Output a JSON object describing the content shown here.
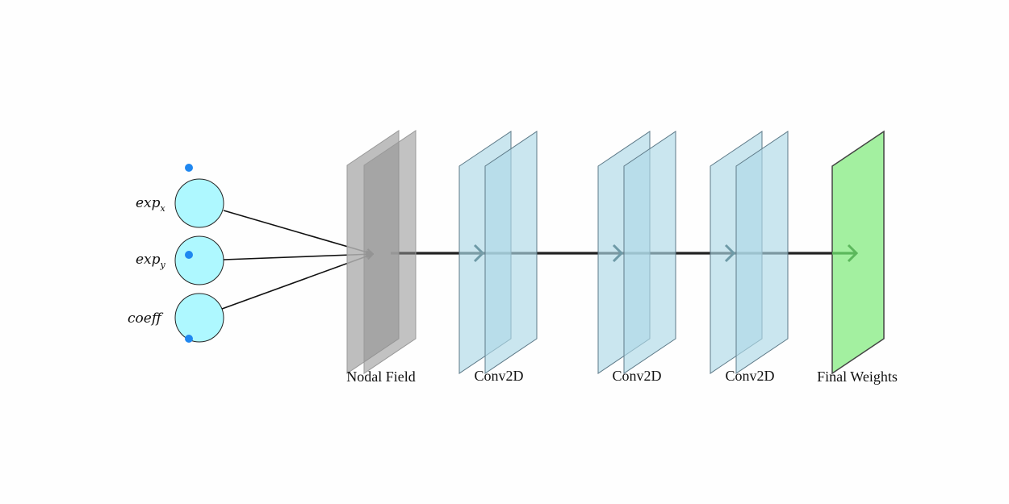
{
  "inputs": [
    {
      "base": "exp",
      "sub": "x",
      "marker": "top"
    },
    {
      "base": "exp",
      "sub": "y",
      "marker": "center"
    },
    {
      "base": "coeff",
      "sub": "",
      "marker": "bottom"
    }
  ],
  "layers": [
    {
      "label": "Nodal Field",
      "kind": "input-field"
    },
    {
      "label": "Conv2D",
      "kind": "conv"
    },
    {
      "label": "Conv2D",
      "kind": "conv"
    },
    {
      "label": "Conv2D",
      "kind": "conv"
    },
    {
      "label": "Final Weights",
      "kind": "output"
    }
  ],
  "colors": {
    "input_node_fill": "#aef8ff",
    "input_marker": "#1f87f0",
    "nodal_field_back": "#b3b3b3",
    "nodal_field_front": "#8f8f8f",
    "conv_fill": "#add8e6",
    "output_fill": "#a3f0a0",
    "output_arrow": "#5cb85c",
    "flow_line": "#222222"
  }
}
